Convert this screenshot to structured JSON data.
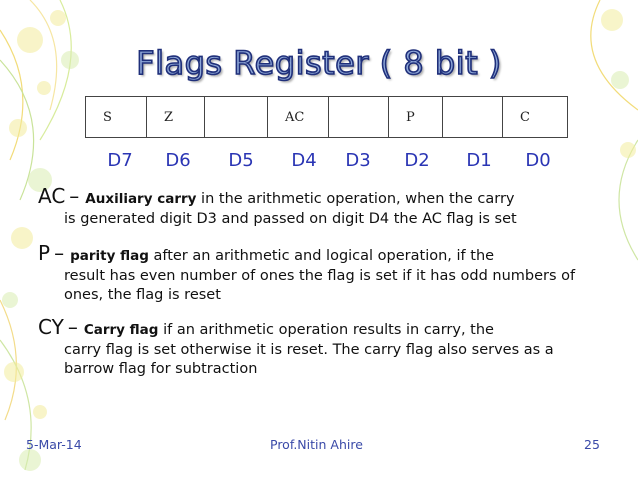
{
  "slide": {
    "title": "Flags Register ( 8 bit )",
    "register_cells": [
      "S",
      "Z",
      "",
      "AC",
      "",
      "P",
      "",
      "C"
    ],
    "bit_labels": [
      "D7",
      "D6",
      "D5",
      "D4",
      "D3",
      "D2",
      "D1",
      "D0"
    ],
    "definitions": [
      {
        "key": "AC",
        "dash": "–",
        "name": "Auxiliary carry",
        "first_line": " in the arithmetic operation, when the carry",
        "rest": "is generated digit D3 and passed on digit D4 the AC flag is set"
      },
      {
        "key": "P",
        "dash": "–",
        "name": "parity flag",
        "first_line": " after an arithmetic and logical operation, if the",
        "rest": "result has even number of ones the flag is set if it has odd numbers of ones, the flag is reset"
      },
      {
        "key": "CY",
        "dash": "–",
        "name": "Carry flag",
        "first_line": " if an arithmetic operation results in carry, the",
        "rest": "carry flag is set otherwise it is reset. The carry flag also serves as a barrow flag for subtraction"
      }
    ]
  },
  "footer": {
    "date": "5-Mar-14",
    "author": "Prof.Nitin Ahire",
    "page": "25"
  }
}
